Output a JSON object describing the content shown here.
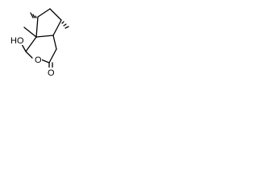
{
  "diagram": {
    "atom_labels": {
      "oh": "HO",
      "ring_oxygen": "O",
      "carbonyl_oxygen": "O"
    },
    "colors": {
      "bond": "#000000",
      "background": "#ffffff"
    }
  }
}
